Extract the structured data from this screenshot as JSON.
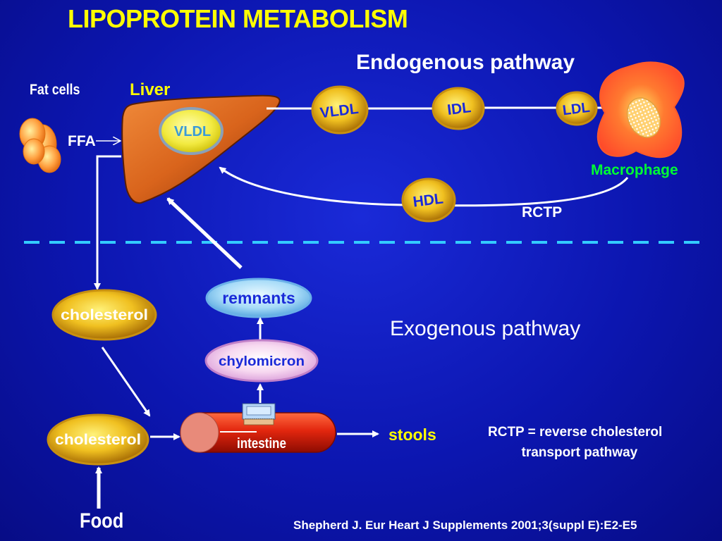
{
  "title": "LIPOPROTEIN METABOLISM",
  "sections": {
    "endogenous": "Endogenous pathway",
    "exogenous": "Exogenous pathway"
  },
  "labels": {
    "fat_cells": "Fat cells",
    "liver": "Liver",
    "ffa": "FFA",
    "macrophage": "Macrophage",
    "rctp": "RCTP",
    "intestine": "intestine",
    "stools": "stools",
    "food": "Food"
  },
  "nodes": {
    "vldl_liver": "VLDL",
    "vldl": "VLDL",
    "idl": "IDL",
    "ldl": "LDL",
    "hdl": "HDL",
    "remnants": "remnants",
    "chylomicron": "chylomicron",
    "cholesterol_upper": "cholesterol",
    "cholesterol_lower": "cholesterol"
  },
  "definition": "RCTP = reverse cholesterol\n         transport pathway",
  "citation": "Shepherd J. Eur Heart J Supplements 2001;3(suppl E):E2-E5",
  "colors": {
    "title": "#ffff00",
    "liver": "#d9641c",
    "node_gold": "#e8b820",
    "hdl_text": "#1a2ad8",
    "macrophage_label": "#00ff33",
    "dash_line": "#33ccff",
    "intestine": "#d8200e"
  }
}
